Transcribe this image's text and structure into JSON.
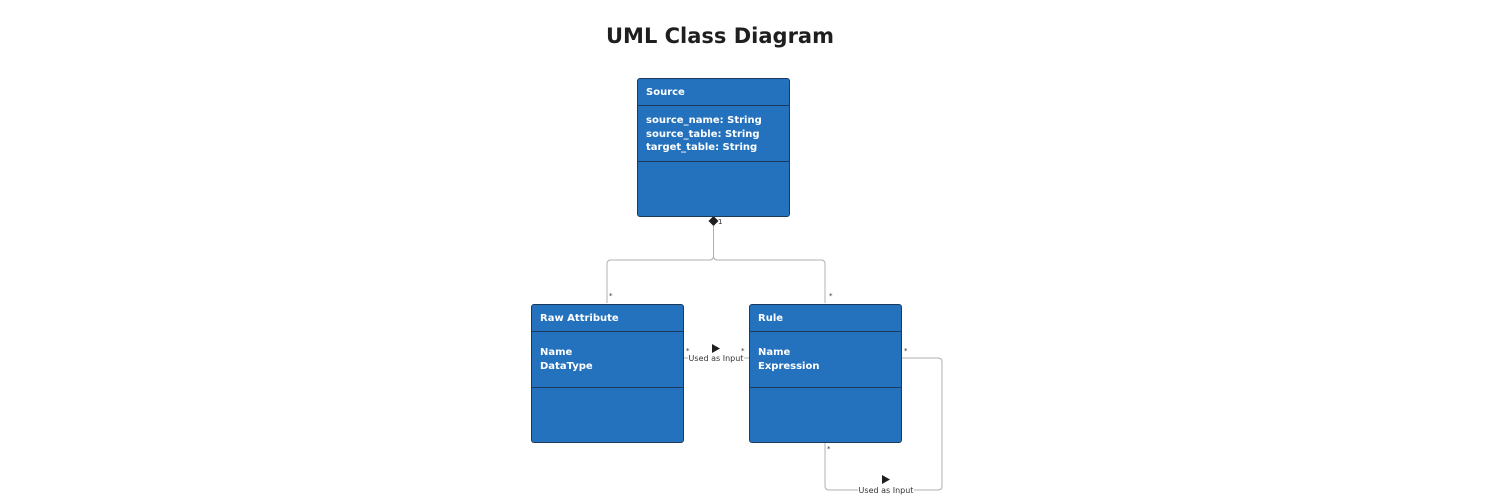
{
  "diagram": {
    "title": "UML Class Diagram"
  },
  "classes": {
    "source": {
      "name": "Source",
      "attributes": [
        "source_name: String",
        "source_table: String",
        "target_table: String"
      ]
    },
    "raw_attribute": {
      "name": "Raw Attribute",
      "attributes": [
        "Name",
        "DataType"
      ]
    },
    "rule": {
      "name": "Rule",
      "attributes": [
        "Name",
        "Expression"
      ]
    }
  },
  "relations": {
    "composition": {
      "source_multiplicity": "1",
      "raw_attribute_multiplicity": "*",
      "rule_multiplicity": "*"
    },
    "raw_to_rule": {
      "label": "Used as Input",
      "from_multiplicity": "*",
      "to_multiplicity": "*"
    },
    "rule_self": {
      "label": "Used as Input",
      "from_multiplicity": "*",
      "to_multiplicity": "*"
    }
  },
  "colors": {
    "class_fill": "#2472bd",
    "class_border": "#1b3a5c",
    "connector": "#b0b0b0"
  }
}
